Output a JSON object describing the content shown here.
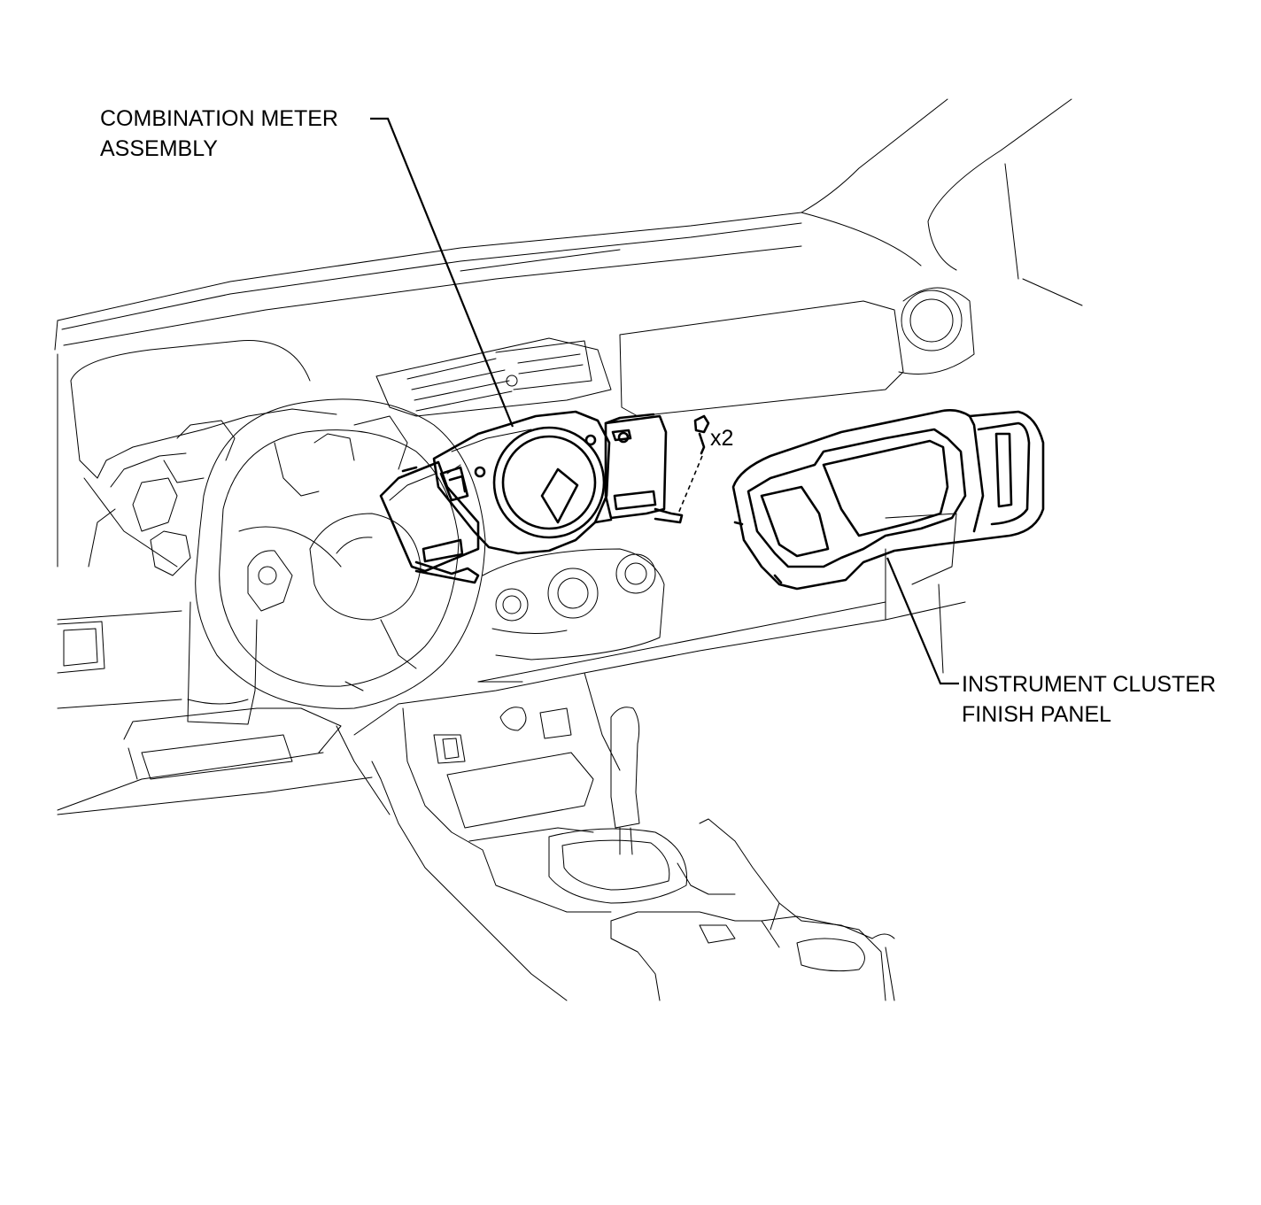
{
  "labels": {
    "combination_meter": {
      "line1": "COMBINATION METER",
      "line2": "ASSEMBLY"
    },
    "finish_panel": {
      "line1": "INSTRUMENT CLUSTER",
      "line2": "FINISH PANEL"
    },
    "screw_qty": "x2"
  },
  "colors": {
    "line": "#000000",
    "background": "#ffffff"
  }
}
